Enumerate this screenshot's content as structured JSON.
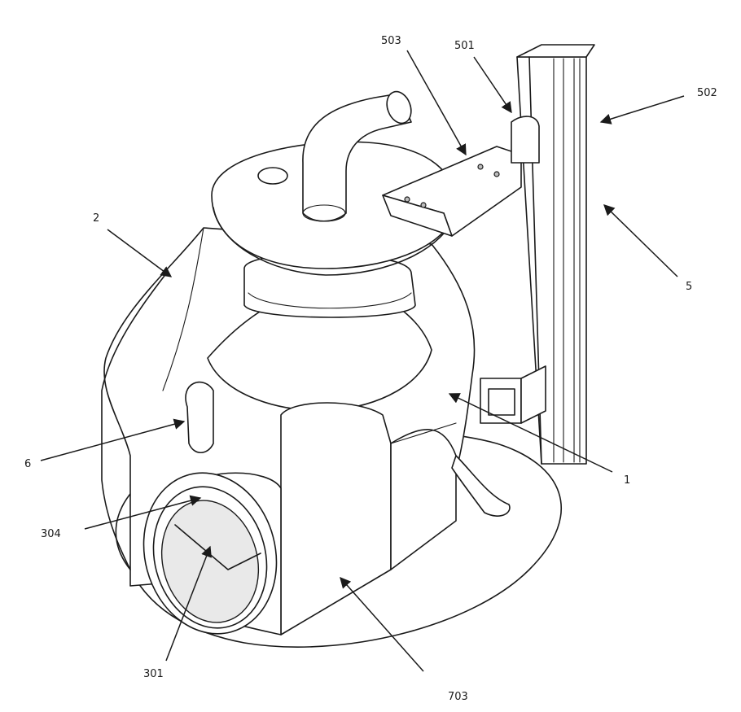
{
  "labels": {
    "l503": "503",
    "l501": "501",
    "l502": "502",
    "l2": "2",
    "l5": "5",
    "l6": "6",
    "l1": "1",
    "l304": "304",
    "l301": "301",
    "l703": "703"
  }
}
